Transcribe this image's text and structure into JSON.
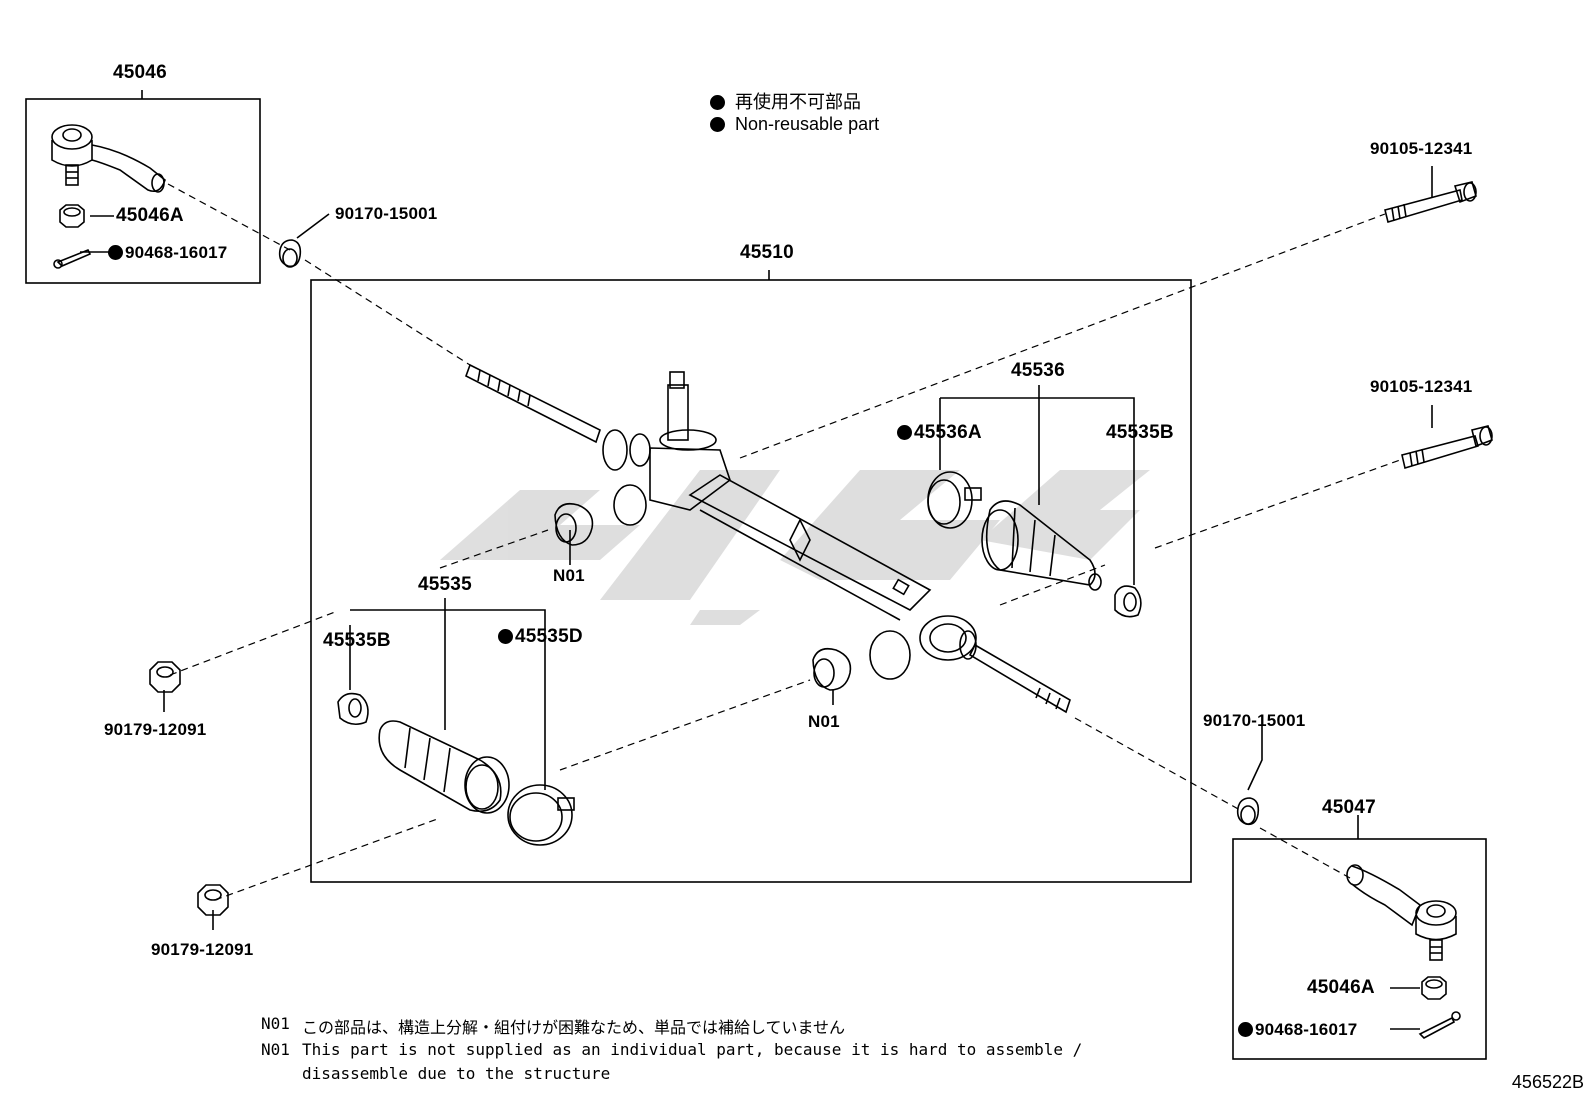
{
  "legend": {
    "ja": "再使用不可部品",
    "en": "Non-reusable part"
  },
  "parts": {
    "p45046": "45046",
    "p45046A_left": "45046A",
    "p90468_left": "90468-16017",
    "p90170_left": "90170-15001",
    "p45510": "45510",
    "p90105_top": "90105-12341",
    "p90105_mid": "90105-12341",
    "p45536": "45536",
    "p45536A": "45536A",
    "p45535B_right": "45535B",
    "p45535": "45535",
    "p45535B_left": "45535B",
    "p45535D": "45535D",
    "n01_a": "N01",
    "n01_b": "N01",
    "p90179_a": "90179-12091",
    "p90179_b": "90179-12091",
    "p90170_right": "90170-15001",
    "p45047": "45047",
    "p45046A_right": "45046A",
    "p90468_right": "90468-16017"
  },
  "notes": {
    "id1": "N01",
    "line1": "この部品は、構造上分解・組付けが困難なため、単品では補給していません",
    "id2": "N01",
    "line2": "This part is not supplied as an individual part, because it is hard to assemble /",
    "line3": "disassemble due to the structure"
  },
  "diagram_code": "456522B"
}
